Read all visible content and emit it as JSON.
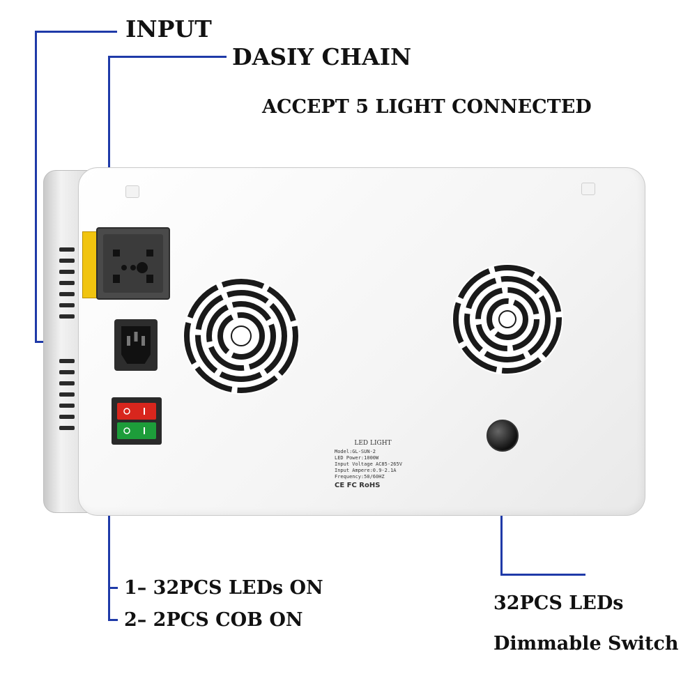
{
  "callouts": {
    "input": "INPUT",
    "daisy_chain": "DASIY CHAIN",
    "accept": "ACCEPT 5 LIGHT CONNECTED",
    "leds_on_1": "1– 32PCS LEDs ON",
    "cob_on_2": "2– 2PCS   COB ON",
    "dimmable_title": "32PCS LEDs",
    "dimmable_sub": "Dimmable Switch"
  },
  "product_label": {
    "title": "LED LIGHT",
    "model": "Model:GL-SUN-2",
    "power": "LED Power:1000W",
    "voltage": "Input Voltage AC85-265V",
    "ampere": "Input Ampere:0.9-2.1A",
    "frequency": "Frequency:50/60HZ",
    "marks": "CE FC RoHS"
  },
  "colors": {
    "line": "#1f3aa8",
    "rocker_top": "#d8261d",
    "rocker_bottom": "#1d9d3a"
  },
  "icons": {
    "fan_left": "fan-grille-icon",
    "fan_right": "fan-grille-icon",
    "knob": "dimmer-knob-icon"
  }
}
